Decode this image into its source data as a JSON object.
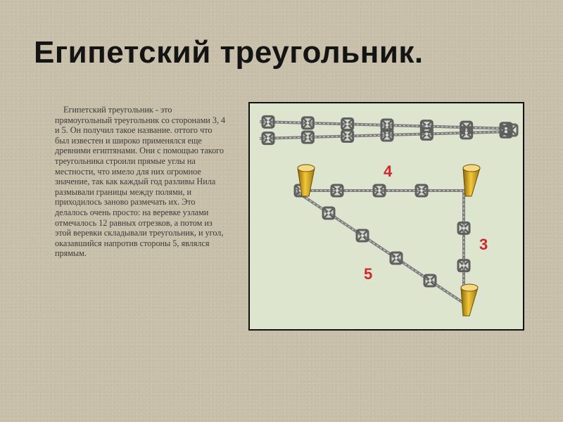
{
  "slide": {
    "title": "Египетский треугольник.",
    "paragraph": "Египетский треугольник - это прямоугольный треугольник со сторонами 3, 4 и 5. Он получил такое название. оттого что был известен и широко применялся еще древними египтянами. Они с помощью такого треугольника строили прямые углы на местности, что имело для них огромное значение, так как каждый год разливы Нила размывали границы между полями, и приходилось заново размечать их. Это делалось очень просто: на веревке узлами отмечалось 12 равных отрезков, а потом из этой веревки складывали треугольник, и угол, оказавшийся напротив стороны 5, являлся прямым."
  },
  "figure": {
    "side_labels": {
      "top": "4",
      "right": "3",
      "hypotenuse": "5"
    },
    "label_color": "#cc2a2a",
    "rope_color": "#8a8a8a",
    "stake_color": "#d9a520",
    "background_color": "#dde5cf"
  }
}
